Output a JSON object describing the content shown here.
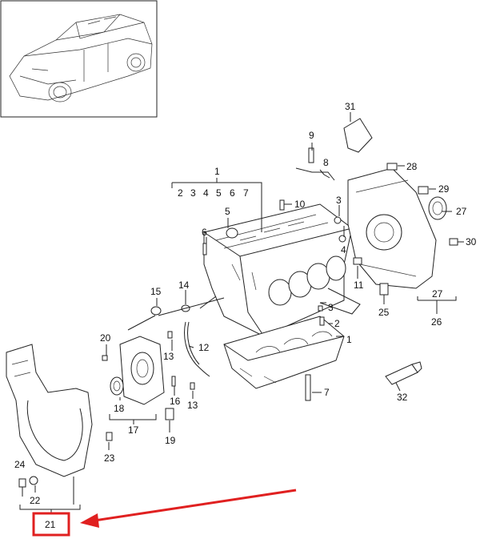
{
  "diagram": {
    "callouts": {
      "c1": "1",
      "c2": "2",
      "c3": "3",
      "c4": "4",
      "c5": "5",
      "c6": "6",
      "c7": "7",
      "c8": "8",
      "c9": "9",
      "c10": "10",
      "c11": "11",
      "c12": "12",
      "c13a": "13",
      "c13b": "13",
      "c14": "14",
      "c15": "15",
      "c16": "16",
      "c17": "17",
      "c18": "18",
      "c19": "19",
      "c20": "20",
      "c21": "21",
      "c22": "22",
      "c23": "23",
      "c24": "24",
      "c25": "25",
      "c26": "26",
      "c27a": "27",
      "c27b": "27",
      "c28": "28",
      "c29": "29",
      "c30": "30",
      "c31": "31",
      "c32": "32",
      "sub1": [
        "2",
        "3",
        "4",
        "5",
        "6",
        "7"
      ]
    },
    "highlight": {
      "label": "21",
      "color": "#e02020"
    },
    "colors": {
      "line": "#222222",
      "background": "#ffffff",
      "highlight": "#e02020"
    }
  }
}
